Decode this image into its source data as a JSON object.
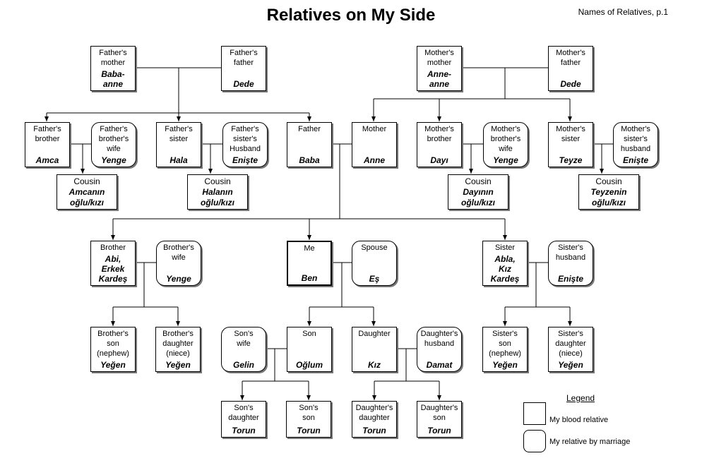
{
  "page": {
    "title": "Relatives on My Side",
    "label": "Names of Relatives,  p.1"
  },
  "relatives": {
    "paternal_grandmother": {
      "en": "Father's\nmother",
      "tr": "Baba-\nanne"
    },
    "paternal_grandfather": {
      "en": "Father's\nfather",
      "tr": "Dede"
    },
    "maternal_grandmother": {
      "en": "Mother's\nmother",
      "tr": "Anne-\nanne"
    },
    "maternal_grandfather": {
      "en": "Mother's\nfather",
      "tr": "Dede"
    },
    "fathers_brother": {
      "en": "Father's\nbrother",
      "tr": "Amca"
    },
    "fathers_brothers_wife": {
      "en": "Father's\nbrother's\nwife",
      "tr": "Yenge"
    },
    "fathers_sister": {
      "en": "Father's\nsister",
      "tr": "Hala"
    },
    "fathers_sisters_husband": {
      "en": "Father's\nsister's\nHusband",
      "tr": "Enişte"
    },
    "father": {
      "en": "Father",
      "tr": "Baba"
    },
    "mother": {
      "en": "Mother",
      "tr": "Anne"
    },
    "mothers_brother": {
      "en": "Mother's\nbrother",
      "tr": "Dayı"
    },
    "mothers_brothers_wife": {
      "en": "Mother's\nbrother's\nwife",
      "tr": "Yenge"
    },
    "mothers_sister": {
      "en": "Mother's\nsister",
      "tr": "Teyze"
    },
    "mothers_sisters_husband": {
      "en": "Mother's\nsister's\nhusband",
      "tr": "Enişte"
    },
    "cousin_amca": {
      "en": "Cousin",
      "tr": "Amcanın\noğlu/kızı"
    },
    "cousin_hala": {
      "en": "Cousin",
      "tr": "Halanın\noğlu/kızı"
    },
    "cousin_dayi": {
      "en": "Cousin",
      "tr": "Dayının\noğlu/kızı"
    },
    "cousin_teyze": {
      "en": "Cousin",
      "tr": "Teyzenin\noğlu/kızı"
    },
    "brother": {
      "en": "Brother",
      "tr": "Abi,\nErkek\nKardeş"
    },
    "brothers_wife": {
      "en": "Brother's\nwife",
      "tr": "Yenge"
    },
    "me": {
      "en": "Me",
      "tr": "Ben"
    },
    "spouse": {
      "en": "Spouse",
      "tr": "Eş"
    },
    "sister": {
      "en": "Sister",
      "tr": "Abla,\nKız\nKardeş"
    },
    "sisters_husband": {
      "en": "Sister's\nhusband",
      "tr": "Enişte"
    },
    "brothers_son": {
      "en": "Brother's\nson\n(nephew)",
      "tr": "Yeğen"
    },
    "brothers_daughter": {
      "en": "Brother's\ndaughter\n(niece)",
      "tr": "Yeğen"
    },
    "sons_wife": {
      "en": "Son's\nwife",
      "tr": "Gelin"
    },
    "son": {
      "en": "Son",
      "tr": "Oğlum"
    },
    "daughter": {
      "en": "Daughter",
      "tr": "Kız"
    },
    "daughters_husband": {
      "en": "Daughter's\nhusband",
      "tr": "Damat"
    },
    "sisters_son": {
      "en": "Sister's\nson\n(nephew)",
      "tr": "Yeğen"
    },
    "sisters_daughter": {
      "en": "Sister's\ndaughter\n(niece)",
      "tr": "Yeğen"
    },
    "sons_daughter": {
      "en": "Son's\ndaughter",
      "tr": "Torun"
    },
    "sons_son": {
      "en": "Son's\nson",
      "tr": "Torun"
    },
    "daughters_daughter": {
      "en": "Daughter's\ndaughter",
      "tr": "Torun"
    },
    "daughters_son": {
      "en": "Daughter's\nson",
      "tr": "Torun"
    }
  },
  "legend": {
    "title": "Legend",
    "blood": "My blood relative",
    "marriage": "My relative by marriage"
  }
}
